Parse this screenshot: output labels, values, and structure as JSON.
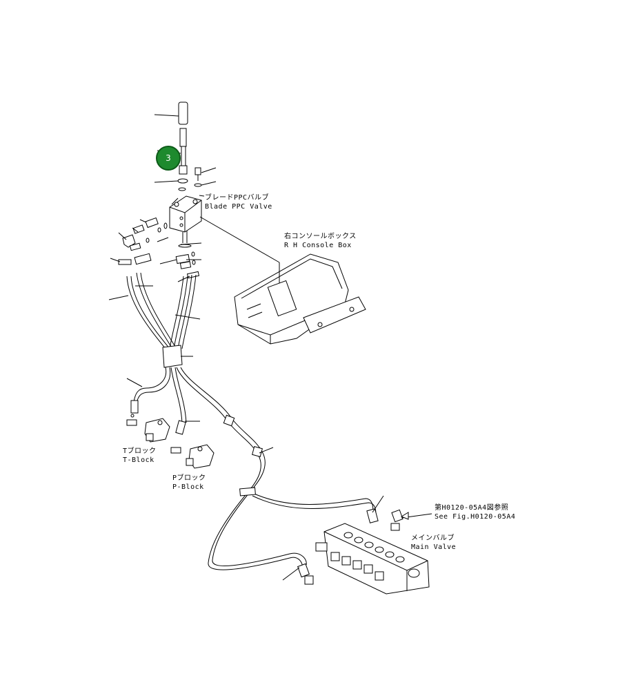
{
  "callout": {
    "number": "3",
    "color": "#1e8a2e"
  },
  "labels": {
    "blade_ppc_jp": "ブレードPPCバルブ",
    "blade_ppc_en": "Blade PPC Valve",
    "console_jp": "右コンソールボックス",
    "console_en": "R H  Console Box",
    "tblock_jp": "Tブロック",
    "tblock_en": "T-Block",
    "pblock_jp": "Pブロック",
    "pblock_en": "P-Block",
    "seefig_jp": "第H0120-05A4図参照",
    "seefig_en": "See Fig.H0120-05A4",
    "main_valve_jp": "メインバルブ",
    "main_valve_en": "Main Valve"
  }
}
